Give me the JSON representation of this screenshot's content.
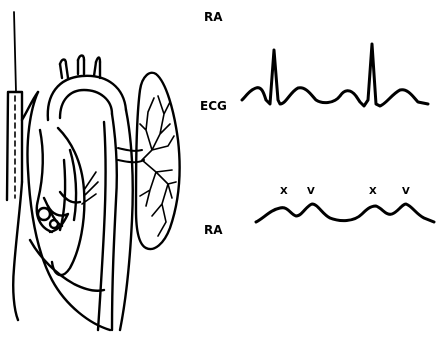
{
  "labels": {
    "top": "RA",
    "ecg": "ECG",
    "ra": "RA",
    "wave_x1": "X",
    "wave_v1": "V",
    "wave_x2": "X",
    "wave_v2": "V"
  },
  "colors": {
    "ink": "#000000",
    "paper": "#ffffff"
  }
}
